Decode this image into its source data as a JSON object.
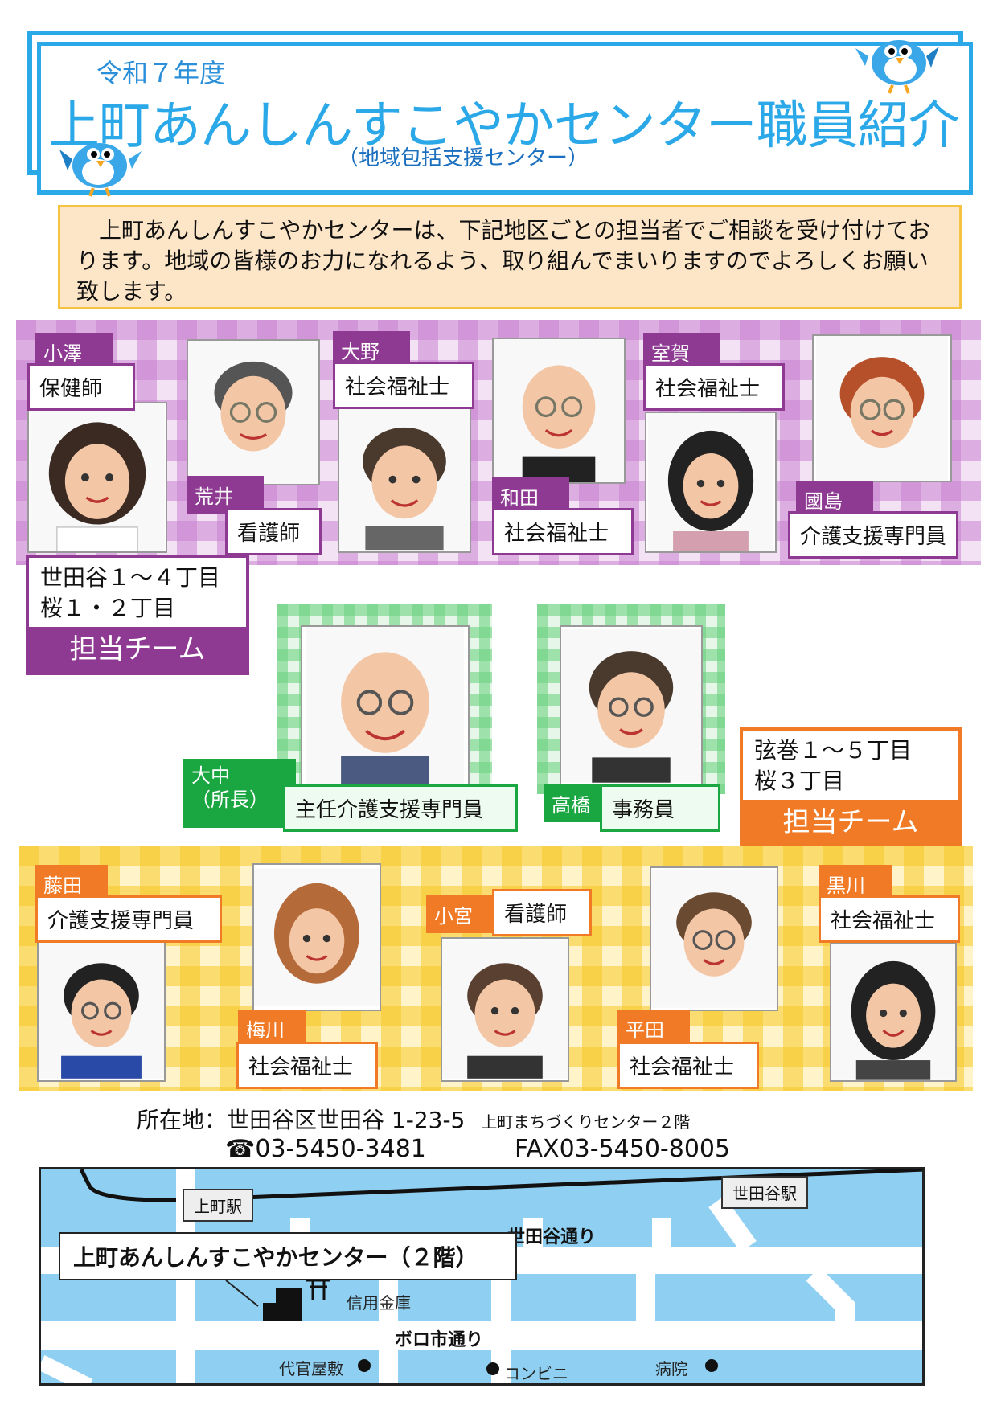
{
  "header": {
    "year": "令和７年度",
    "title": "上町あんしんすこやかセンター職員紹介",
    "subtitle": "（地域包括支援センター）"
  },
  "intro": "　上町あんしんすこやかセンターは、下記地区ごとの担当者でご相談を受け付けております。地域の皆様のお力になれるよう、取り組んでまいりますのでよろしくお願い致します。",
  "team1": {
    "area": "世田谷１～４丁目\n桜１・２丁目",
    "label": "担当チーム",
    "members": [
      {
        "name": "小澤",
        "role": "保健師"
      },
      {
        "name": "荒井",
        "role": "看護師"
      },
      {
        "name": "大野",
        "role": "社会福祉士"
      },
      {
        "name": "和田",
        "role": "社会福祉士"
      },
      {
        "name": "室賀",
        "role": "社会福祉士"
      },
      {
        "name": "國島",
        "role": "介護支援専門員"
      }
    ]
  },
  "center": {
    "members": [
      {
        "name": "大中",
        "sub": "（所長）",
        "role": "主任介護支援専門員"
      },
      {
        "name": "高橋",
        "role": "事務員"
      }
    ]
  },
  "team2": {
    "area": "弦巻１～５丁目\n桜３丁目",
    "label": "担当チーム",
    "members": [
      {
        "name": "藤田",
        "role": "介護支援専門員"
      },
      {
        "name": "梅川",
        "role": "社会福祉士"
      },
      {
        "name": "小宮",
        "role": "看護師"
      },
      {
        "name": "平田",
        "role": "社会福祉士"
      },
      {
        "name": "黒川",
        "role": "社会福祉士"
      }
    ]
  },
  "contact": {
    "address": "所在地：世田谷区世田谷 1-23-5",
    "building": "上町まちづくりセンター２階",
    "tel": "☎03-5450-3481",
    "fax": "FAX03-5450-8005"
  },
  "map": {
    "station1": "上町駅",
    "station2": "世田谷駅",
    "road1": "世田谷通り",
    "road2": "ボロ市通り",
    "center_label": "上町あんしんすこやかセンター（２階）",
    "lm_bank": "信用金庫",
    "lm_daikan": "代官屋敷",
    "lm_conv": "コンビニ",
    "lm_hospital": "病院"
  },
  "colors": {
    "header": "#2aa8e8",
    "team1": "#8e3a92",
    "team2": "#f07a25",
    "center": "#1aa640"
  }
}
